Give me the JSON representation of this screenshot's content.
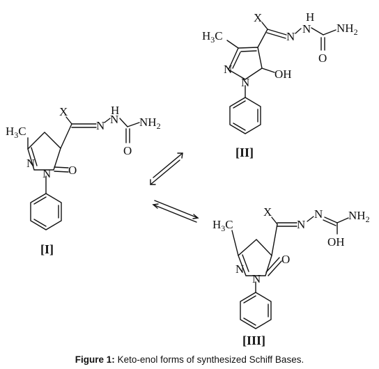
{
  "structures": {
    "I": {
      "label": "[I]",
      "atoms": {
        "x": "X",
        "h": "H",
        "n1": "N",
        "n2": "N",
        "nh2": "NH",
        "nh2_sub": "2",
        "o_carbonyl": "O",
        "n3": "N",
        "n4": "N",
        "o_ring": "O",
        "h3c": "H",
        "h3c_sub": "3",
        "c": "C"
      }
    },
    "II": {
      "label": "[II]",
      "atoms": {
        "x": "X",
        "h": "H",
        "n1": "N",
        "n2": "N",
        "nh2": "NH",
        "nh2_sub": "2",
        "o_carbonyl": "O",
        "n3": "N",
        "n4": "N",
        "oh": "OH",
        "h3c": "H",
        "h3c_sub": "3",
        "c": "C"
      }
    },
    "III": {
      "label": "[III]",
      "atoms": {
        "x": "X",
        "n1": "N",
        "n2": "N",
        "nh2": "NH",
        "nh2_sub": "2",
        "oh": "OH",
        "n3": "N",
        "n4": "N",
        "o_ring": "O",
        "h3c": "H",
        "h3c_sub": "3",
        "c": "C"
      }
    }
  },
  "caption": {
    "prefix": "Figure 1:",
    "text": " Keto-enol forms of synthesized Schiff Bases."
  }
}
